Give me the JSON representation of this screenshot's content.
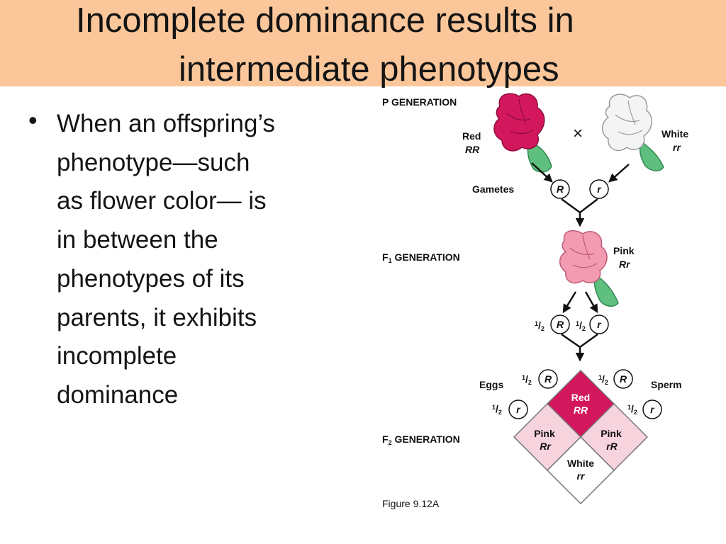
{
  "title": {
    "line1": "Incomplete dominance results in",
    "line2": "intermediate phenotypes"
  },
  "bullet": {
    "marker": "•",
    "lines": [
      "When an offspring’s",
      "phenotype—such",
      "as flower color— is",
      "in between the",
      "phenotypes of its",
      "parents, it exhibits",
      "incomplete",
      "dominance"
    ]
  },
  "figure": {
    "p_generation": "P GENERATION",
    "cross_symbol": "×",
    "red_parent": {
      "label": "Red",
      "genotype": "RR"
    },
    "white_parent": {
      "label": "White",
      "genotype": "rr"
    },
    "gametes_label": "Gametes",
    "gamete_R": "R",
    "gamete_r": "r",
    "f1_prefix": "F",
    "f1_sub": "1",
    "f1_suffix": " GENERATION",
    "pink_f1": {
      "label": "Pink",
      "genotype": "Rr"
    },
    "half_num": "1",
    "half_den": "2",
    "eggs_label": "Eggs",
    "sperm_label": "Sperm",
    "f2_prefix": "F",
    "f2_sub": "2",
    "f2_suffix": " GENERATION",
    "cells": {
      "top": {
        "label": "Red",
        "genotype": "RR"
      },
      "left": {
        "label": "Pink",
        "genotype": "Rr"
      },
      "right": {
        "label": "Pink",
        "genotype": "rR"
      },
      "bottom": {
        "label": "White",
        "genotype": "rr"
      }
    },
    "caption": "Figure 9.12A",
    "colors": {
      "red": "#d3175d",
      "pink_flower": "#f29bb1",
      "pink_cell": "#f7d3de",
      "white_flower": "#f4f4f4",
      "leaf": "#5fbf7e",
      "title_bg": "#fbc79a"
    }
  }
}
